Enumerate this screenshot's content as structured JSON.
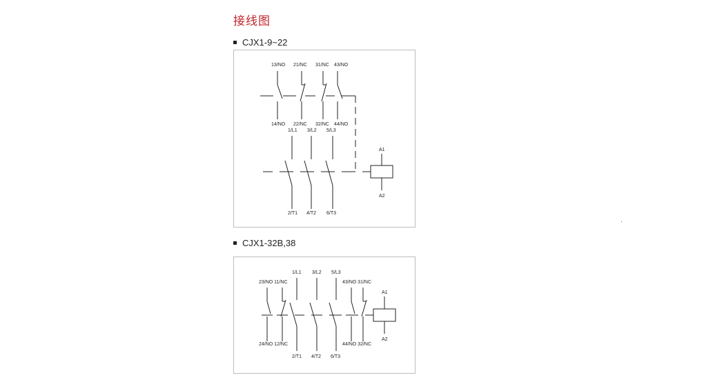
{
  "page": {
    "title": "接线图",
    "title_color": "#c0262b"
  },
  "diagram1": {
    "heading": "CJX1-9~22",
    "aux_top": [
      "13/NO",
      "21/NC",
      "31/NC",
      "43/NO"
    ],
    "aux_bottom": [
      "14/NO",
      "22/NC",
      "32/NC",
      "44/NO"
    ],
    "main_top": [
      "1/L1",
      "3/L2",
      "5/L3"
    ],
    "main_bottom": [
      "2/T1",
      "4/T2",
      "6/T3"
    ],
    "coil_top": "A1",
    "coil_bottom": "A2"
  },
  "diagram2": {
    "heading": "CJX1-32B,38",
    "aux_left_top": "23/NO 11/NC",
    "aux_left_bottom": "24/NO 12/NC",
    "main_top": [
      "1/L1",
      "3/L2",
      "5/L3"
    ],
    "main_bottom": [
      "2/T1",
      "4/T2",
      "6/T3"
    ],
    "aux_right_top": "43/NO 31/NC",
    "aux_right_bottom": "44/NO 32/NC",
    "coil_top": "A1",
    "coil_bottom": "A2"
  }
}
